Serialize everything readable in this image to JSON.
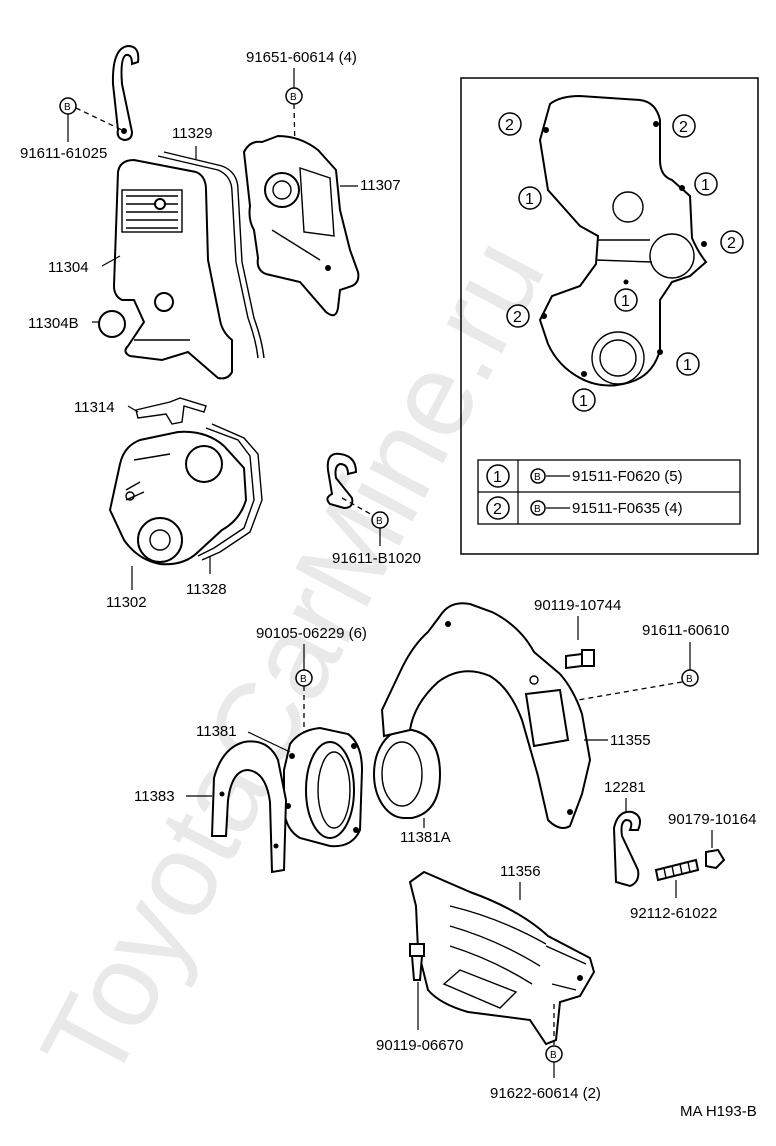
{
  "watermark": "ToyotaCarMine.ru",
  "diagram_code": "MA H193-B",
  "bolt_marker": "B",
  "part_labels": {
    "p91611_61025": "91611-61025",
    "p91651_60614": "91651-60614 (4)",
    "p11329": "11329",
    "p11307": "11307",
    "p11304": "11304",
    "p11304B": "11304B",
    "p11314": "11314",
    "p11302": "11302",
    "p11328": "11328",
    "p91611_B1020": "91611-B1020",
    "p90105_06229": "90105-06229 (6)",
    "p90119_10744": "90119-10744",
    "p91611_60610": "91611-60610",
    "p11381": "11381",
    "p11383": "11383",
    "p11381A": "11381A",
    "p11355": "11355",
    "p12281": "12281",
    "p90179_10164": "90179-10164",
    "p92112_61022": "92112-61022",
    "p11356": "11356",
    "p90119_06670": "90119-06670",
    "p91622_60614": "91622-60614 (2)"
  },
  "inset": {
    "callout_1": "1",
    "callout_2": "2",
    "legend": [
      {
        "num": "1",
        "marker": "B",
        "part": "91511-F0620 (5)"
      },
      {
        "num": "2",
        "marker": "B",
        "part": "91511-F0635 (4)"
      }
    ]
  }
}
